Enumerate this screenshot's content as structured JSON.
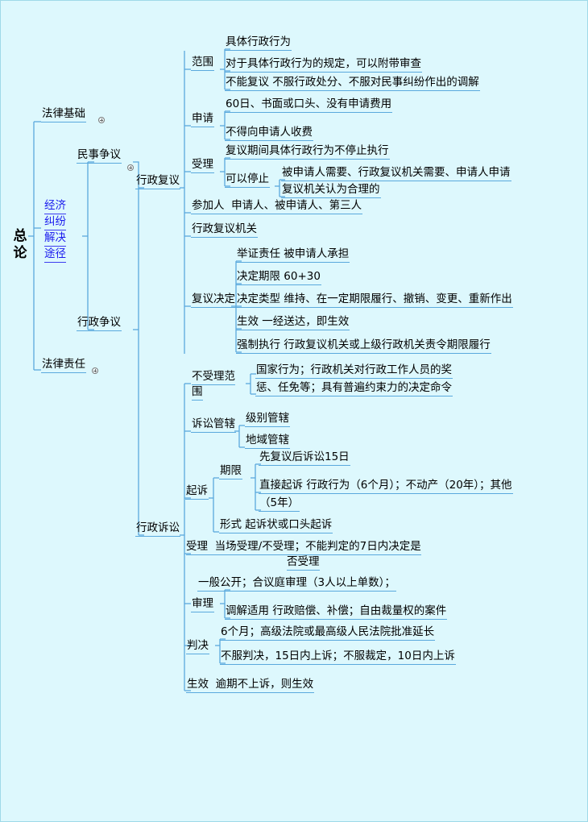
{
  "meta": {
    "title": "经济纠纷解决途径 思维导图",
    "bg_color": "#ddf8fd",
    "line_color": "#5aa9dd",
    "text_color": "#000000",
    "link_color": "#1a1aee"
  },
  "root": {
    "label": "总论"
  },
  "level1": [
    {
      "id": "falv-jichu",
      "label": "法律基础",
      "has_expander": true
    },
    {
      "id": "jiefen-tujing",
      "label": "经济纠纷解决途径",
      "lines": [
        "经济",
        "纠纷",
        "解决",
        "途径"
      ],
      "is_link": true
    },
    {
      "id": "falv-zeren",
      "label": "法律责任",
      "has_expander": true
    }
  ],
  "level2": [
    {
      "id": "minshi-zhengyi",
      "label": "民事争议",
      "has_expander": true
    },
    {
      "id": "xingzheng-zhengyi",
      "label": "行政争议"
    }
  ],
  "level3": [
    {
      "id": "xingzheng-fuyi",
      "label": "行政复议"
    },
    {
      "id": "xingzheng-susong",
      "label": "行政诉讼"
    }
  ],
  "fuyi": {
    "branches": [
      {
        "id": "fanwei",
        "label": "范围",
        "children": [
          {
            "id": "juti-xingwei",
            "text": "具体行政行为"
          },
          {
            "id": "fudai-shencha",
            "text": "对于具体行政行为的规定，可以附带审查"
          },
          {
            "id": "buneng-fuyi",
            "text": "不能复议  不服行政处分、不服对民事纠纷作出的调解"
          }
        ]
      },
      {
        "id": "shenqing",
        "label": "申请",
        "children": [
          {
            "id": "shenqing-tiaojian",
            "text": "60日、书面或口头、没有申请费用"
          },
          {
            "id": "budeshoufei",
            "text": "不得向申请人收费"
          }
        ]
      },
      {
        "id": "shouli",
        "label": "受理",
        "children": [
          {
            "id": "buzhixing",
            "text": "复议期间具体行政行为不停止执行"
          },
          {
            "id": "keyitingzhi",
            "label": "可以停止",
            "children": [
              {
                "id": "tingzhi-1",
                "text": "被申请人需要、行政复议机关需要、申请人申请"
              },
              {
                "id": "tingzhi-2",
                "text": "复议机关认为合理的"
              }
            ]
          }
        ]
      },
      {
        "id": "canjiaren",
        "label": "参加人",
        "value": "申请人、被申请人、第三人"
      },
      {
        "id": "fuyi-jiguan",
        "label": "行政复议机关",
        "value": ""
      },
      {
        "id": "fuyi-jueding",
        "label": "复议决定",
        "children": [
          {
            "id": "juzheng-zeren",
            "text": "举证责任  被申请人承担"
          },
          {
            "id": "jueding-qixian",
            "text": "决定期限  60+30"
          },
          {
            "id": "jueding-leixing",
            "text": "决定类型  维持、在一定期限履行、撤销、变更、重新作出"
          },
          {
            "id": "shengxiao",
            "text": "生效   一经送达，即生效"
          },
          {
            "id": "qiangzhi-zhixing",
            "text": "强制执行  行政复议机关或上级行政机关责令期限履行"
          }
        ]
      }
    ]
  },
  "susong": {
    "branches": [
      {
        "id": "bushouli-fanwei",
        "label_lines": [
          "不受理范",
          "围"
        ],
        "children": [
          {
            "id": "bushouli-1",
            "text": "国家行为；行政机关对行政工作人员的奖"
          },
          {
            "id": "bushouli-2",
            "text": "惩、任免等；具有普遍约束力的决定命令"
          }
        ]
      },
      {
        "id": "susong-guanxia",
        "label": "诉讼管辖",
        "children": [
          {
            "id": "jibie-guanxia",
            "text": "级别管辖"
          },
          {
            "id": "diyu-guanxia",
            "text": "地域管辖"
          }
        ]
      },
      {
        "id": "qisu",
        "label": "起诉",
        "children": [
          {
            "id": "qixian",
            "label": "期限",
            "children": [
              {
                "id": "xianfuyi",
                "text": "先复议后诉讼15日"
              },
              {
                "id": "zhijieqisu-1",
                "text": "直接起诉  行政行为（6个月）；不动产（20年）；其他"
              },
              {
                "id": "zhijieqisu-2",
                "text": "（5年）"
              }
            ]
          },
          {
            "id": "xingshi",
            "text": "形式   起诉状或口头起诉"
          }
        ]
      },
      {
        "id": "susong-shouli",
        "label": "受理",
        "value_lines": [
          "当场受理/不受理；不能判定的7日内决定是",
          "否受理"
        ]
      },
      {
        "id": "shenli",
        "label": "审理",
        "children": [
          {
            "id": "yibangongkai",
            "text": "一般公开；合议庭审理（3人以上单数）；"
          },
          {
            "id": "tiaojie-shiyong",
            "text": "调解适用  行政赔偿、补偿；自由裁量权的案件"
          }
        ]
      },
      {
        "id": "panjue",
        "label": "判决",
        "children": [
          {
            "id": "panjue-qixian",
            "text": "6个月；高级法院或最高级人民法院批准延长"
          },
          {
            "id": "shangsu",
            "text": "不服判决，15日内上诉；不服裁定，10日内上诉"
          }
        ]
      },
      {
        "id": "susong-shengxiao",
        "label": "生效",
        "value": "逾期不上诉，则生效"
      }
    ]
  }
}
